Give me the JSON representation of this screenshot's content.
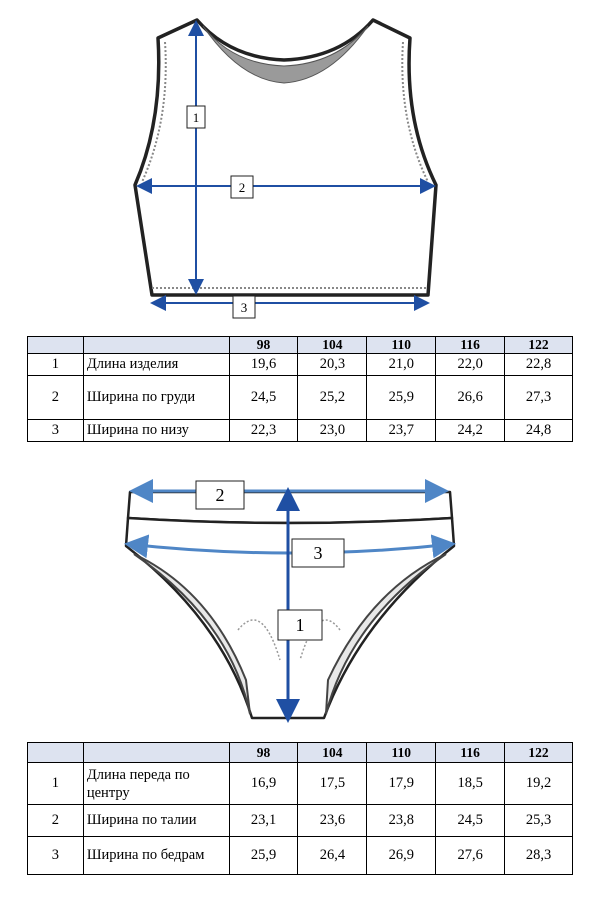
{
  "top": {
    "markers": [
      "1",
      "2",
      "3"
    ],
    "table": {
      "sizes": [
        "98",
        "104",
        "110",
        "116",
        "122"
      ],
      "rows": [
        {
          "num": "1",
          "name": "Длина изделия",
          "values": [
            "19,6",
            "20,3",
            "21,0",
            "22,0",
            "22,8"
          ]
        },
        {
          "num": "2",
          "name": "Ширина по груди",
          "values": [
            "24,5",
            "25,2",
            "25,9",
            "26,6",
            "27,3"
          ]
        },
        {
          "num": "3",
          "name": "Ширина по низу",
          "values": [
            "22,3",
            "23,0",
            "23,7",
            "24,2",
            "24,8"
          ]
        }
      ]
    }
  },
  "bottom": {
    "markers": [
      "2",
      "3",
      "1"
    ],
    "table": {
      "sizes": [
        "98",
        "104",
        "110",
        "116",
        "122"
      ],
      "rows": [
        {
          "num": "1",
          "name": "Длина переда по центру",
          "values": [
            "16,9",
            "17,5",
            "17,9",
            "18,5",
            "19,2"
          ]
        },
        {
          "num": "2",
          "name": "Ширина по талии",
          "values": [
            "23,1",
            "23,6",
            "23,8",
            "24,5",
            "25,3"
          ]
        },
        {
          "num": "3",
          "name": "Ширина по бедрам",
          "values": [
            "25,9",
            "26,4",
            "26,9",
            "27,6",
            "28,3"
          ]
        }
      ]
    }
  },
  "colors": {
    "arrow_top": "#1f4fa3",
    "arrow_bottom": "#4f86c6",
    "header_fill": "#dde3f0"
  }
}
